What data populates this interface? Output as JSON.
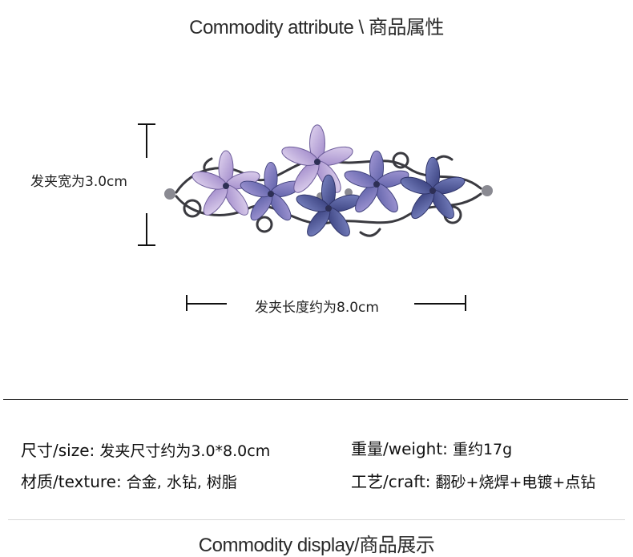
{
  "header": {
    "title": "Commodity attribute \\ 商品属性"
  },
  "dimensions": {
    "width_label": "发夹宽为3.0cm",
    "length_label": "发夹长度约为8.0cm"
  },
  "specs": {
    "size": {
      "key": "尺寸/size:",
      "value": "发夹尺寸约为3.0*8.0cm"
    },
    "weight": {
      "key": "重量/weight:",
      "value": "重约17g"
    },
    "texture": {
      "key": "材质/texture:",
      "value": "合金, 水钻, 树脂"
    },
    "craft": {
      "key": "工艺/craft:",
      "value": "翻砂+烧焊+电镀+点钻"
    }
  },
  "footer": {
    "title": "Commodity display/商品展示"
  },
  "colors": {
    "petal_light": "#c9b4e0",
    "petal_mid": "#8a78c0",
    "petal_dark": "#4a4f8e",
    "metal": "#3a3a40"
  }
}
